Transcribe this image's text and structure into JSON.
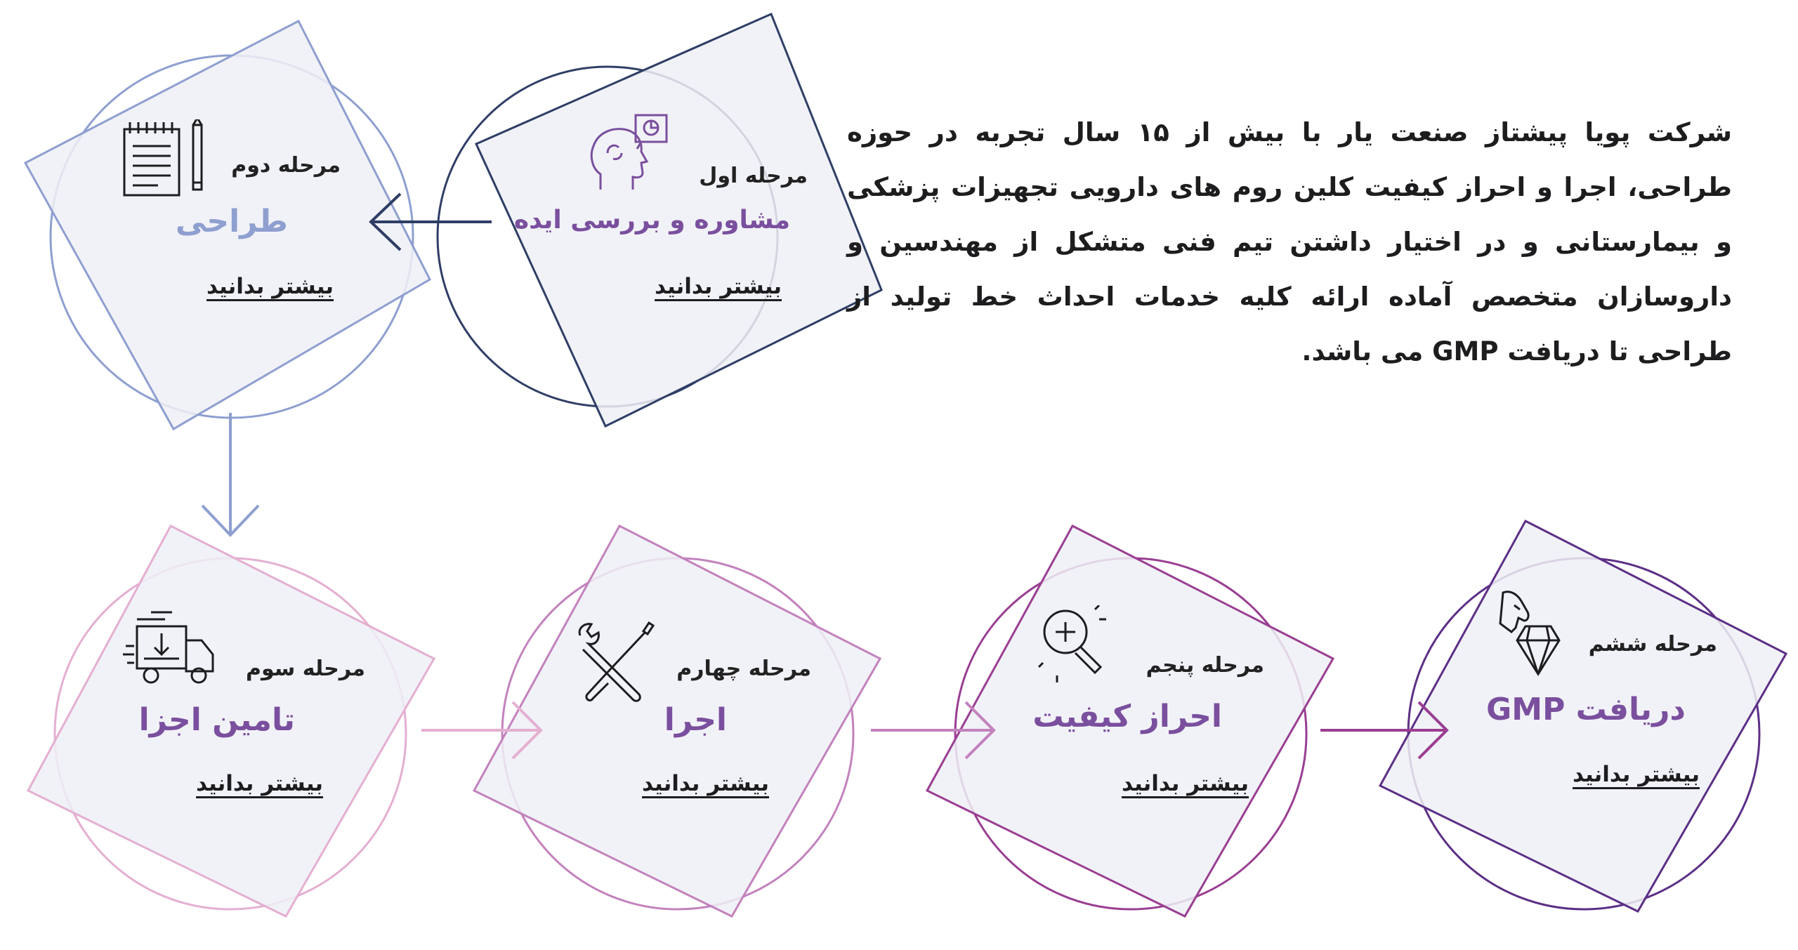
{
  "intro": {
    "text": "شرکت پویا پیشتاز صنعت یار با بیش از ۱۵ سال تجربه در حوزه طراحی، اجرا و احراز کیفیت کلین روم های دارویی تجهیزات پزشکی و بیمارستانی و در اختیار داشتن تیم فنی متشکل از مهندسین و داروسازان متخصص آماده ارائه کلیه خدمات احداث خط تولید از طراحی تا دریافت GMP می باشد."
  },
  "stages": [
    {
      "label": "مرحله اول",
      "title": "مشاوره و بررسی ایده",
      "link": "بیشتر بدانید",
      "color": "#2f3e66",
      "icon": "consulting-head-icon"
    },
    {
      "label": "مرحله دوم",
      "title": "طراحی",
      "link": "بیشتر بدانید",
      "color": "#8e9fd0",
      "icon": "notepad-pencil-icon"
    },
    {
      "label": "مرحله سوم",
      "title": "تامین اجزا",
      "link": "بیشتر بدانید",
      "color": "#e4afd1",
      "icon": "delivery-truck-icon"
    },
    {
      "label": "مرحله چهارم",
      "title": "اجرا",
      "link": "بیشتر بدانید",
      "color": "#c382bd",
      "icon": "wrench-screwdriver-icon"
    },
    {
      "label": "مرحله پنجم",
      "title": "احراز کیفیت",
      "link": "بیشتر بدانید",
      "color": "#9a3e92",
      "icon": "magnifier-plus-icon"
    },
    {
      "label": "مرحله ششم",
      "title": "دریافت GMP",
      "link": "بیشتر بدانید",
      "color": "#5c2f86",
      "icon": "hand-diamond-icon"
    }
  ],
  "colors": {
    "text": "#1d1d1f",
    "card_fill": "#eef0f6",
    "title_purple": "#7a4f9e",
    "title_lavender": "#8e9fd0"
  }
}
